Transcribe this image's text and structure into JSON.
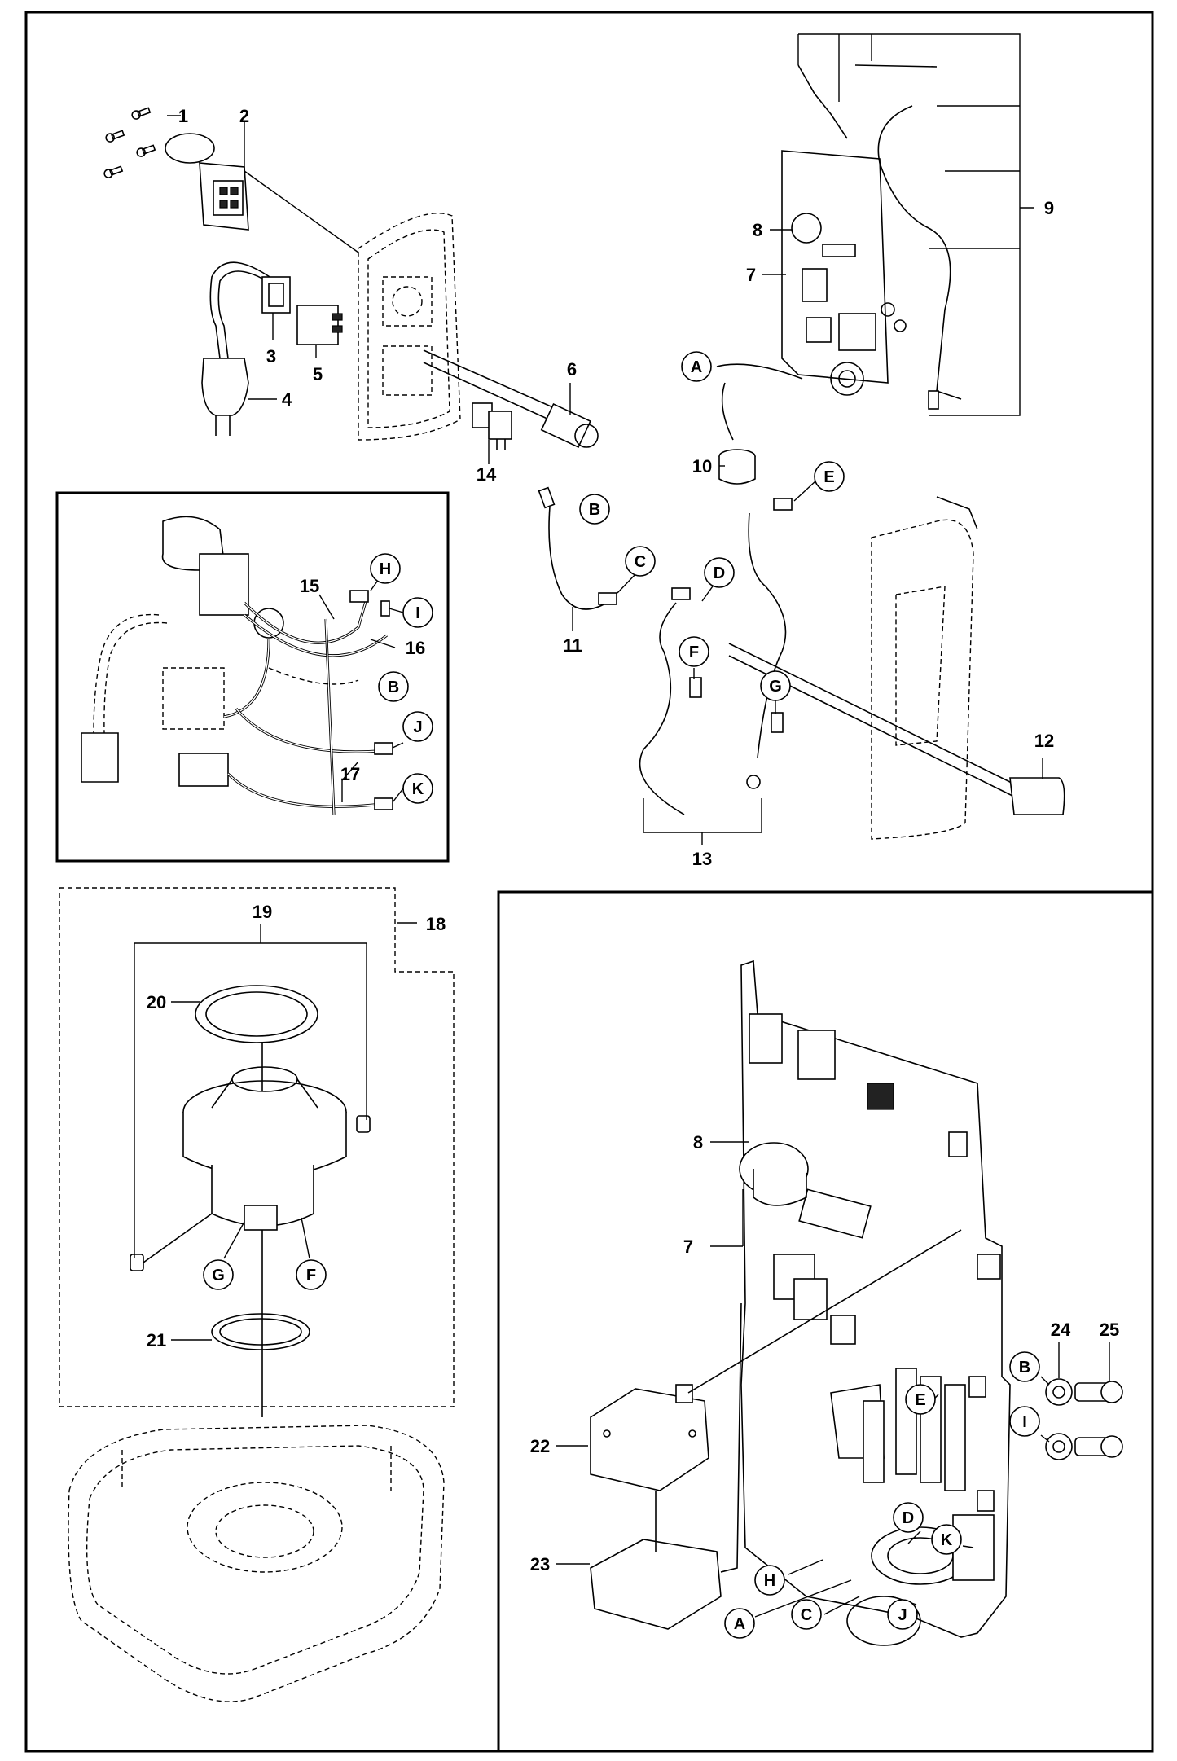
{
  "callouts": {
    "c1": "1",
    "c2": "2",
    "c3": "3",
    "c4": "4",
    "c5": "5",
    "c6": "6",
    "c7a": "7",
    "c8a": "8",
    "c9": "9",
    "c10": "10",
    "c11": "11",
    "c12": "12",
    "c13": "13",
    "c14": "14",
    "c15": "15",
    "c16": "16",
    "c17": "17",
    "c18": "18",
    "c19": "19",
    "c20": "20",
    "c21": "21",
    "c8b": "8",
    "c7b": "7",
    "c22": "22",
    "c23": "23",
    "c24": "24",
    "c25": "25"
  },
  "connectors": {
    "A1": "A",
    "B1": "B",
    "C1": "C",
    "D1": "D",
    "E1": "E",
    "F1": "F",
    "G1": "G",
    "H1": "H",
    "I1": "I",
    "B2": "B",
    "J1": "J",
    "K1": "K",
    "G2": "G",
    "F2": "F",
    "B3": "B",
    "I2": "I",
    "E2": "E",
    "D2": "D",
    "K2": "K",
    "H2": "H",
    "A2": "A",
    "C2": "C",
    "J2": "J"
  }
}
